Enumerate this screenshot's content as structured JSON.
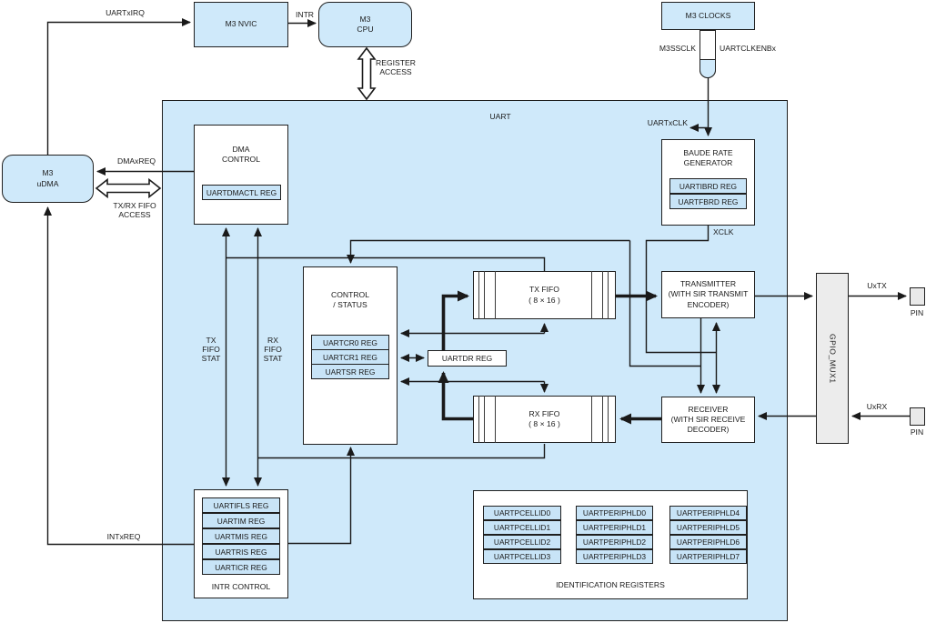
{
  "diagram_title": "UART",
  "colors": {
    "block_fill": "#cfe9fa",
    "register_fill": "#c8e4f7",
    "mux_fill": "#ececec",
    "line": "#1a1a1a"
  },
  "boxes": {
    "m3_nvic": {
      "label": "M3 NVIC"
    },
    "m3_cpu": {
      "label": "M3\nCPU"
    },
    "m3_clocks": {
      "label": "M3 CLOCKS"
    },
    "m3_udma": {
      "label": "M3\nuDMA"
    }
  },
  "signals": {
    "uartxirq": "UARTxIRQ",
    "intr": "INTR",
    "register_access": "REGISTER\nACCESS",
    "m3ssclk": "M3SSCLK",
    "uartclkenbx": "UARTCLKENBx",
    "uartxclk": "UARTxCLK",
    "xclk": "XCLK",
    "dmaxreq": "DMAxREQ",
    "txrx_fifo_access": "TX/RX FIFO\nACCESS",
    "tx_fifo_stat": "TX\nFIFO\nSTAT",
    "rx_fifo_stat": "RX\nFIFO\nSTAT",
    "intxreq": "INTxREQ",
    "uxtx": "UxTX",
    "uxrx": "UxRX"
  },
  "uart": {
    "title": "UART",
    "dma_control": {
      "title": "DMA\nCONTROL",
      "registers": [
        "UARTDMACTL REG"
      ]
    },
    "baud_rate_generator": {
      "title": "BAUDE RATE\nGENERATOR",
      "registers": [
        "UARTIBRD REG",
        "UARTFBRD REG"
      ]
    },
    "control_status": {
      "title": "CONTROL\n/ STATUS",
      "registers": [
        "UARTCR0 REG",
        "UARTCR1 REG",
        "UARTSR REG"
      ]
    },
    "tx_fifo": {
      "label": "TX FIFO\n( 8 × 16 )"
    },
    "rx_fifo": {
      "label": "RX FIFO\n( 8 × 16 )"
    },
    "uartdr_reg": {
      "label": "UARTDR REG"
    },
    "transmitter": {
      "label": "TRANSMITTER\n(WITH SIR TRANSMIT\nENCODER)"
    },
    "receiver": {
      "label": "RECEIVER\n(WITH SIR RECEIVE\nDECODER)"
    },
    "intr_control": {
      "title": "INTR CONTROL",
      "registers": [
        "UARTIFLS REG",
        "UARTIM REG",
        "UARTMIS REG",
        "UARTRIS REG",
        "UARTICR REG"
      ]
    },
    "identification": {
      "title": "IDENTIFICATION REGISTERS",
      "columns": [
        [
          "UARTPCELLID0",
          "UARTPCELLID1",
          "UARTPCELLID2",
          "UARTPCELLID3"
        ],
        [
          "UARTPERIPHLD0",
          "UARTPERIPHLD1",
          "UARTPERIPHLD2",
          "UARTPERIPHLD3"
        ],
        [
          "UARTPERIPHLD4",
          "UARTPERIPHLD5",
          "UARTPERIPHLD6",
          "UARTPERIPHLD7"
        ]
      ]
    }
  },
  "io": {
    "gpio_mux": {
      "label": "GPIO_MUX1"
    },
    "pin_top": {
      "label": "PIN"
    },
    "pin_bottom": {
      "label": "PIN"
    }
  }
}
